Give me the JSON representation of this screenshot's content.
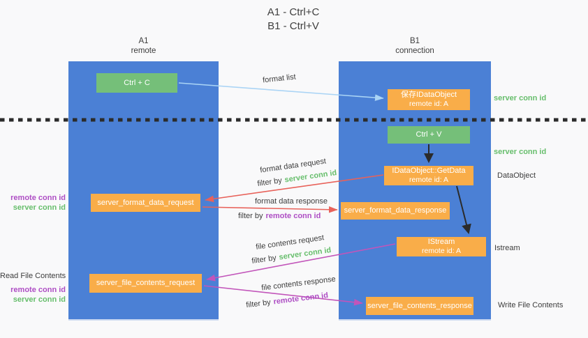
{
  "title": {
    "line1": "A1 - Ctrl+C",
    "line2": "B1 - Ctrl+V"
  },
  "lifelines": {
    "left": {
      "name": "A1",
      "role": "remote"
    },
    "right": {
      "name": "B1",
      "role": "connection"
    }
  },
  "nodes": {
    "ctrl_c": {
      "label": "Ctrl + C"
    },
    "save_idataobject": {
      "line1": "保存IDataObject",
      "line2": "remote id: A"
    },
    "ctrl_v": {
      "label": "Ctrl + V"
    },
    "getdata": {
      "line1": "IDataObject::GetData",
      "line2": "remote id: A"
    },
    "format_request": {
      "label": "server_format_data_request"
    },
    "format_response": {
      "label": "server_format_data_response"
    },
    "istream": {
      "line1": "IStream",
      "line2": "remote id: A"
    },
    "file_request": {
      "label": "server_file_contents_request"
    },
    "file_response": {
      "label": "server_file_contents_response"
    }
  },
  "arrows": {
    "format_list": {
      "label": "format list"
    },
    "format_data_request": {
      "label": "format data request",
      "filter_prefix": "filter by",
      "filter_key": "server conn id"
    },
    "format_data_response": {
      "label": "format data response",
      "filter_prefix": "filter by",
      "filter_key": "remote conn id"
    },
    "file_contents_request": {
      "label": "file contents request",
      "filter_prefix": "filter by",
      "filter_key": "server conn id"
    },
    "file_contents_response": {
      "label": "file contents response",
      "filter_prefix": "filter by",
      "filter_key": "remote conn id"
    }
  },
  "side_labels": {
    "left_top": {
      "remote": "remote conn id",
      "server": "server conn id"
    },
    "left_bottom": {
      "title": "Read File Contents",
      "remote": "remote conn id",
      "server": "server conn id"
    },
    "right": {
      "server_conn_1": "server conn id",
      "server_conn_2": "server conn id",
      "dataobject": "DataObject",
      "istream": "Istream",
      "write_file": "Write File Contents"
    }
  },
  "colors": {
    "lifeline_blue": "#4b80d5",
    "action_green": "#75bf79",
    "message_orange": "#f9ad49",
    "arrow_light_blue": "#aad4f5",
    "arrow_red": "#e8625a",
    "arrow_magenta": "#c255ba",
    "arrow_black": "#2b2b2b",
    "text_green": "#67be6c",
    "text_purple": "#ae4ec4"
  }
}
